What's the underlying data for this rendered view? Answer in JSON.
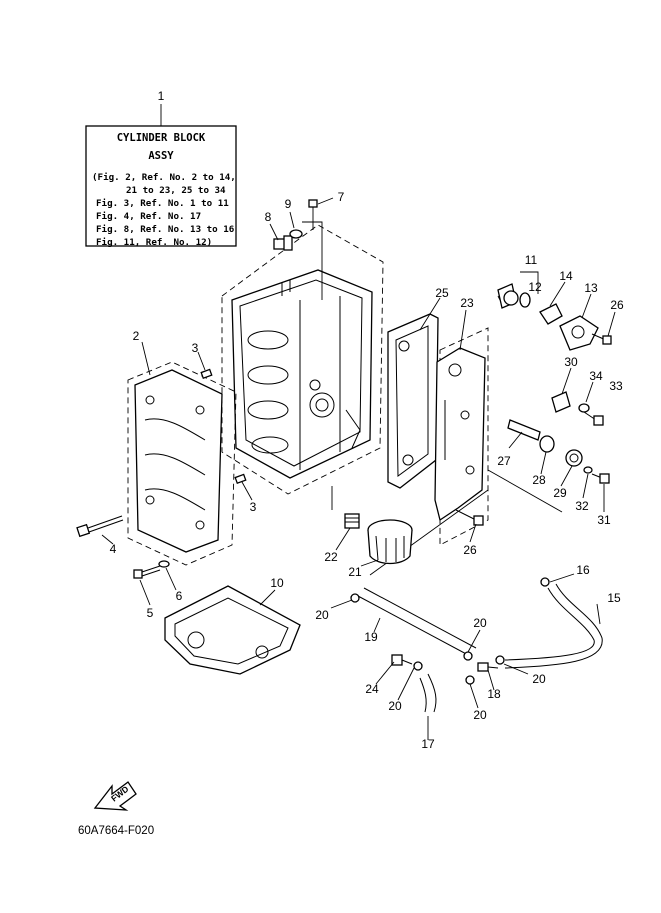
{
  "assy_box": {
    "title_line1": "CYLINDER BLOCK",
    "title_line2": "ASSY",
    "lines": [
      "(Fig. 2, Ref. No. 2 to 14,",
      "21 to 23, 25 to 34",
      "Fig. 3, Ref. No. 1 to 11",
      "Fig. 4, Ref. No. 17",
      "Fig. 8, Ref. No. 13 to 16",
      "Fig. 11, Ref. No. 12)"
    ]
  },
  "callouts": [
    "1",
    "2",
    "3",
    "3",
    "4",
    "5",
    "6",
    "7",
    "8",
    "9",
    "10",
    "11",
    "12",
    "13",
    "14",
    "15",
    "16",
    "17",
    "18",
    "19",
    "20",
    "20",
    "20",
    "20",
    "20",
    "21",
    "22",
    "23",
    "24",
    "25",
    "26",
    "26",
    "27",
    "28",
    "29",
    "30",
    "31",
    "32",
    "33",
    "34"
  ],
  "fwd_label": "FWD",
  "figure_code": "60A7664-F020"
}
